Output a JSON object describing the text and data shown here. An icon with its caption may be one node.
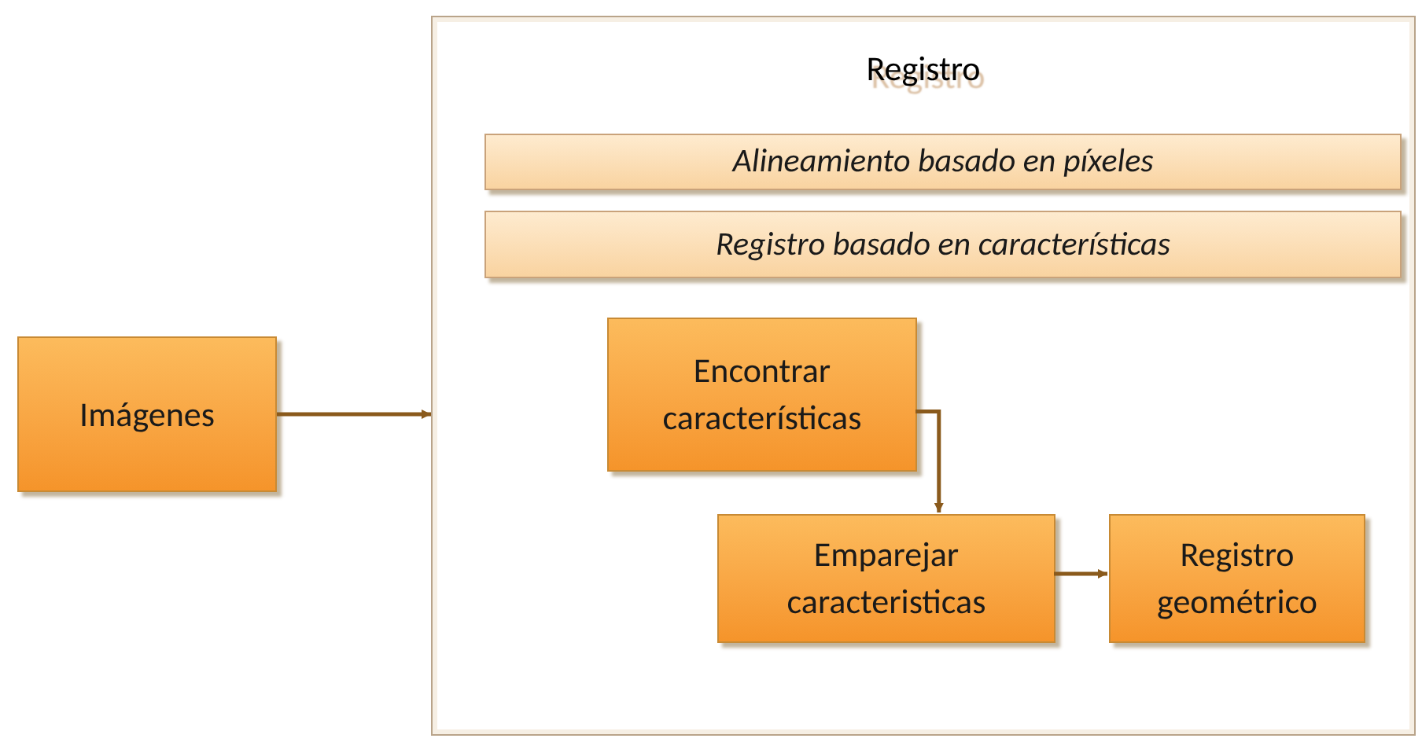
{
  "diagram": {
    "nodes": [
      {
        "text": [
          "Imágenes"
        ]
      },
      {
        "text": [
          "Registro"
        ]
      },
      {
        "text": [
          "Alineamiento basado en píxeles"
        ],
        "in": 1
      },
      {
        "text": [
          "Registro basado en características"
        ],
        "in": 1
      },
      {
        "text": [
          "Encontrar características"
        ],
        "in": 1
      },
      {
        "text": [
          "Emparejar caracteristicas"
        ],
        "in": 1
      },
      {
        "text": [
          "Registro geométrico"
        ],
        "in": 1
      }
    ],
    "edges": [
      {
        "from": 0,
        "to": 1,
        "arrow": "to"
      },
      {
        "from": 4,
        "to": 5,
        "arrow": "to"
      },
      {
        "from": 5,
        "to": 6,
        "arrow": "to"
      }
    ]
  }
}
